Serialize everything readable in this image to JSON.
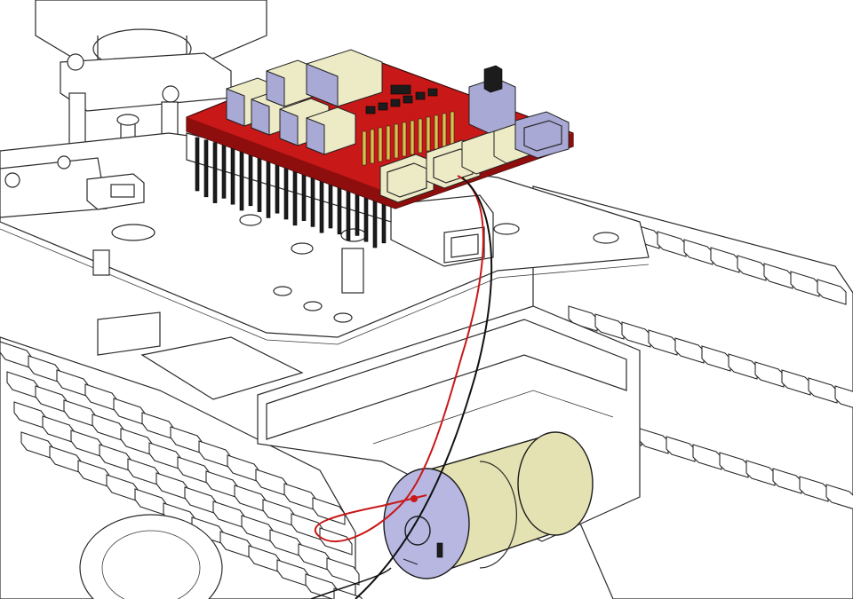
{
  "colors": {
    "pcb": "#c81818",
    "connector_body": "#ecebc6",
    "connector_side": "#a9a9d6",
    "motor_body": "#e4e1b2",
    "motor_end_cap": "#b7b7e2",
    "wire_red": "#c81818",
    "wire_black": "#111111",
    "line_art": "#2a2a2a",
    "background": "#ffffff"
  },
  "parts": [
    "motor-driver-shield",
    "controller-board",
    "usb-b-port",
    "top-chassis-plate",
    "left-track",
    "right-track",
    "gear-motor",
    "motor-bracket",
    "motor-wire-red",
    "motor-wire-black"
  ]
}
